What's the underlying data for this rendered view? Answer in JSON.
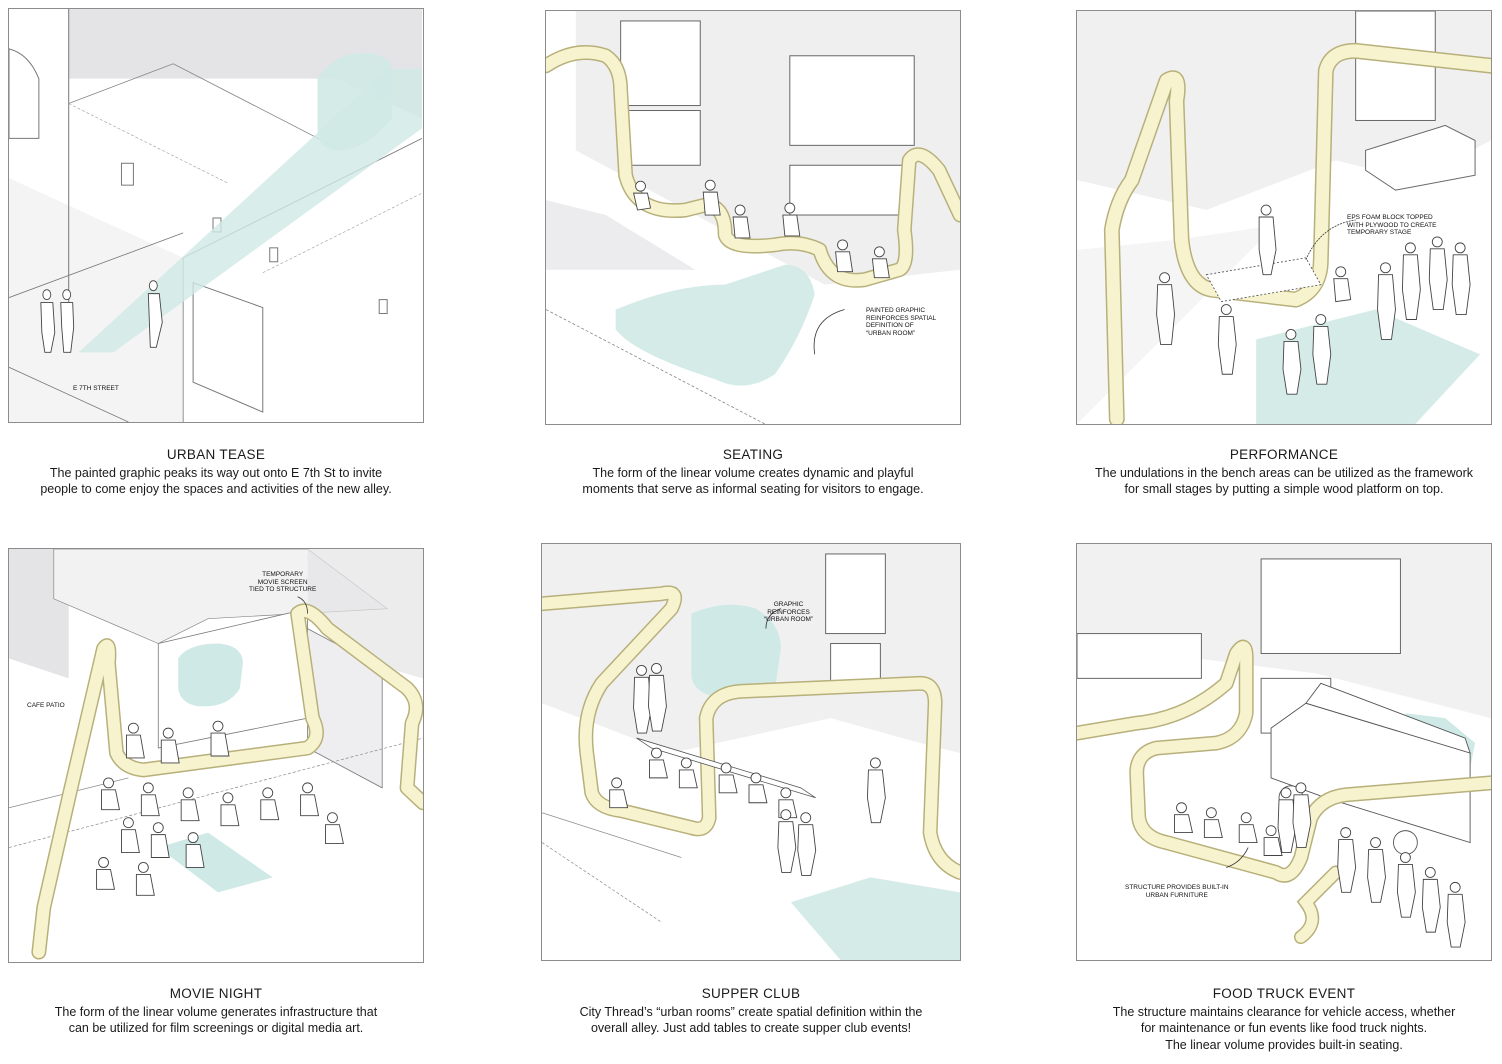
{
  "panels": {
    "urban_tease": {
      "title": "URBAN TEASE",
      "lines": [
        "The painted graphic peaks its way out onto E 7th St to invite",
        "people to come enjoy the spaces and activities of the new alley."
      ],
      "annotations": [
        "E 7TH STREET"
      ]
    },
    "seating": {
      "title": "SEATING",
      "lines": [
        "The form of the linear volume creates dynamic and playful",
        "moments that serve as informal seating for visitors to engage."
      ],
      "annotations": [
        "PAINTED GRAPHIC",
        "REINFORCES SPATIAL",
        "DEFINITION OF",
        "“URBAN ROOM”"
      ]
    },
    "performance": {
      "title": "PERFORMANCE",
      "lines": [
        "The undulations in the bench areas can be utilized as the framework",
        "for small stages by putting a simple wood platform on top."
      ],
      "annotations": [
        "EPS FOAM BLOCK TOPPED",
        "WITH PLYWOOD TO CREATE",
        "TEMPORARY STAGE"
      ]
    },
    "movie_night": {
      "title": "MOVIE NIGHT",
      "lines": [
        "The form of the linear volume generates infrastructure that",
        "can be utilized for film screenings or digital media art."
      ],
      "annotations": [
        "TEMPORARY",
        "MOVIE SCREEN",
        "TIED TO STRUCTURE",
        "CAFE PATIO"
      ]
    },
    "supper_club": {
      "title": "SUPPER CLUB",
      "lines": [
        "City Thread’s “urban rooms” create spatial definition within the",
        "overall alley.  Just add tables to create supper club events!"
      ],
      "annotations": [
        "GRAPHIC",
        "REINFORCES",
        "“URBAN ROOM”"
      ]
    },
    "food_truck": {
      "title": "FOOD TRUCK EVENT",
      "lines": [
        "The structure maintains clearance  for vehicle access, whether",
        "for maintenance or fun events like food truck nights.",
        "The linear volume provides built-in seating."
      ],
      "annotations": [
        "STRUCTURE PROVIDES BUILT-IN",
        "URBAN FURNITURE"
      ]
    }
  },
  "colors": {
    "thread_fill": "#f7f3cf",
    "thread_edge": "#b8b07a",
    "graphic": "#cfe9e6",
    "shadow": "#e2e2e4",
    "line": "#555555"
  }
}
